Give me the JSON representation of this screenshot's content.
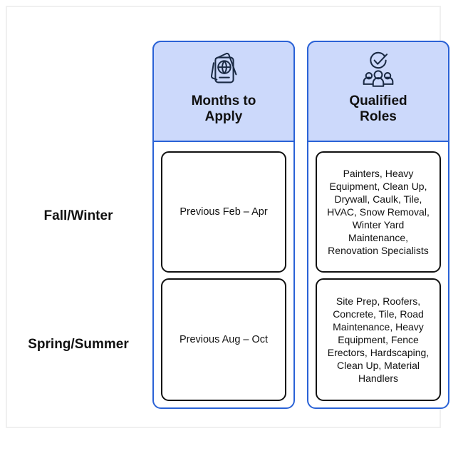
{
  "diagram": {
    "columns": [
      {
        "icon": "passports-globe-icon",
        "title": "Months to\nApply",
        "title_line1": "Months to",
        "title_line2": "Apply"
      },
      {
        "icon": "verified-people-icon",
        "title": "Qualified\nRoles",
        "title_line1": "Qualified",
        "title_line2": "Roles"
      }
    ],
    "rows": [
      {
        "label": "Fall/Winter",
        "months": "Previous Feb – Apr",
        "roles": "Painters, Heavy Equipment, Clean Up, Drywall, Caulk, Tile, HVAC, Snow Removal, Winter Yard Maintenance, Renovation Specialists"
      },
      {
        "label": "Spring/Summer",
        "months": "Previous Aug – Oct",
        "roles": "Site Prep, Roofers, Concrete, Tile, Road Maintenance, Heavy Equipment, Fence Erectors, Hardscaping, Clean Up, Material Handlers"
      }
    ],
    "colors": {
      "header_fill": "#ccd9fb",
      "column_border": "#2a62d6",
      "cell_border": "#111111",
      "frame_border": "#f0f0f0",
      "text": "#111111",
      "icon_stroke": "#1a2a44"
    }
  }
}
